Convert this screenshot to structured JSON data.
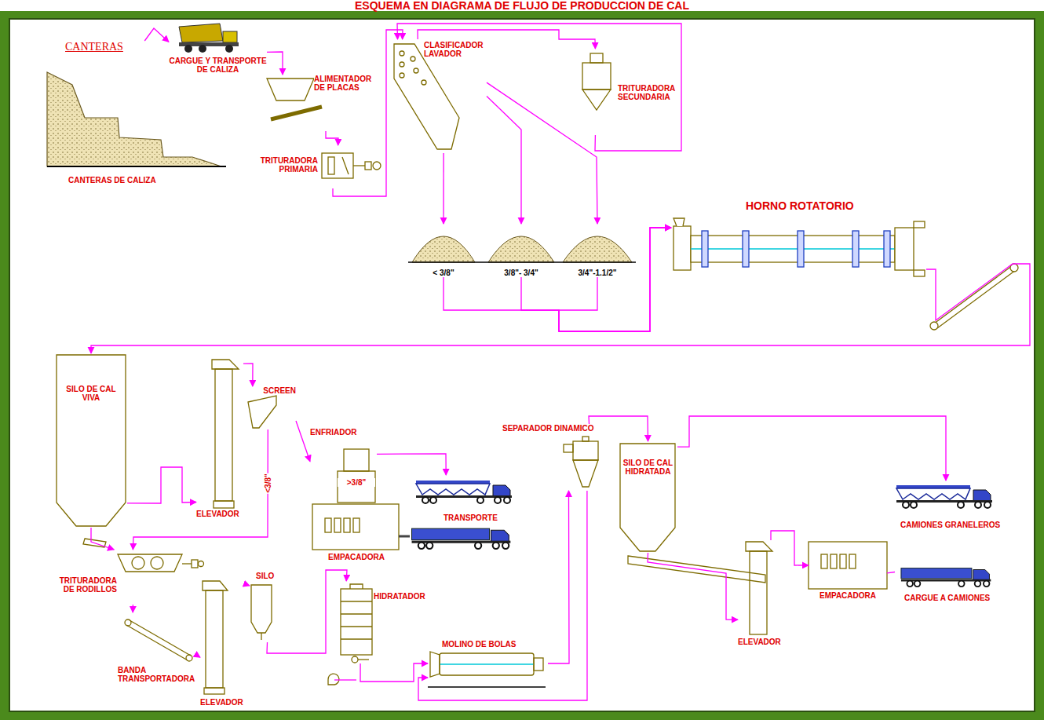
{
  "diagram": {
    "title": "ESQUEMA EN DIAGRAMA DE FLUJO DE PRODUCCION DE CAL",
    "nodes": [
      {
        "text": [
          "CANTERAS",
          "CANTERAS DE CALIZA"
        ]
      },
      {
        "text": [
          "CARGUE Y TRANSPORTE DE CALIZA"
        ]
      },
      {
        "text": [
          "ALIMENTADOR DE PLACAS"
        ]
      },
      {
        "text": [
          "TRITURADORA PRIMARIA"
        ]
      },
      {
        "text": [
          "CLASIFICADOR LAVADOR"
        ]
      },
      {
        "text": [
          "TRITURADORA SECUNDARIA"
        ]
      },
      {
        "text": [
          "< 3/8\""
        ]
      },
      {
        "text": [
          "3/8\"- 3/4\""
        ]
      },
      {
        "text": [
          "3/4\"-1.1/2\""
        ]
      },
      {
        "text": [
          "HORNO ROTATORIO"
        ]
      },
      {
        "text": [
          "SILO DE CAL VIVA"
        ]
      },
      {
        "text": [
          "ELEVADOR"
        ]
      },
      {
        "text": [
          "SCREEN"
        ]
      },
      {
        "text": [
          "ENFRIADOR",
          ">3/8\""
        ]
      },
      {
        "text": [
          "EMPACADORA"
        ]
      },
      {
        "text": [
          "TRANSPORTE"
        ]
      },
      {
        "text": [
          "TRITURADORA DE RODILLOS"
        ]
      },
      {
        "text": [
          "BANDA TRANSPORTADORA"
        ]
      },
      {
        "text": [
          "ELEVADOR"
        ]
      },
      {
        "text": [
          "SILO"
        ]
      },
      {
        "text": [
          "HIDRATADOR"
        ]
      },
      {
        "text": [
          "MOLINO DE BOLAS"
        ]
      },
      {
        "text": [
          "SEPARADOR DINAMICO"
        ]
      },
      {
        "text": [
          "SILO DE CAL HIDRATADA"
        ]
      },
      {
        "text": [
          "CAMIONES GRANELEROS"
        ]
      },
      {
        "text": [
          "ELEVADOR"
        ]
      },
      {
        "text": [
          "EMPACADORA"
        ]
      },
      {
        "text": [
          "CARGUE A CAMIONES"
        ]
      }
    ],
    "edges": [
      {
        "from": 0,
        "to": 1,
        "arrow": "to"
      },
      {
        "from": 1,
        "to": 2,
        "arrow": "to"
      },
      {
        "from": 2,
        "to": 3,
        "arrow": "to"
      },
      {
        "from": 3,
        "to": 4,
        "arrow": "to"
      },
      {
        "from": 4,
        "to": 5,
        "arrow": "to"
      },
      {
        "from": 5,
        "to": 4,
        "arrow": "to"
      },
      {
        "from": 4,
        "to": 6,
        "arrow": "to"
      },
      {
        "from": 4,
        "to": 7,
        "arrow": "to"
      },
      {
        "from": 4,
        "to": 8,
        "arrow": "to"
      },
      {
        "from": 6,
        "to": 9,
        "arrow": "to"
      },
      {
        "from": 7,
        "to": 9,
        "arrow": "to"
      },
      {
        "from": 8,
        "to": 9,
        "arrow": "to"
      },
      {
        "from": 9,
        "to": 10,
        "arrow": "to"
      },
      {
        "from": 10,
        "to": 11,
        "arrow": "to"
      },
      {
        "from": 11,
        "to": 12,
        "arrow": "to"
      },
      {
        "from": 12,
        "to": 13,
        "arrow": "to"
      },
      {
        "from": 12,
        "to": 16,
        "label": "<3/8\"",
        "arrow": "to"
      },
      {
        "from": 13,
        "to": 15,
        "arrow": "to"
      },
      {
        "from": 10,
        "to": 16,
        "arrow": "to"
      },
      {
        "from": 16,
        "to": 17,
        "arrow": "to"
      },
      {
        "from": 17,
        "to": 18,
        "arrow": "to"
      },
      {
        "from": 18,
        "to": 19,
        "arrow": "to"
      },
      {
        "from": 19,
        "to": 20,
        "arrow": "to"
      },
      {
        "from": 20,
        "to": 21,
        "arrow": "to"
      },
      {
        "from": 21,
        "to": 22,
        "arrow": "to"
      },
      {
        "from": 22,
        "to": 23,
        "arrow": "to"
      },
      {
        "from": 22,
        "to": 21,
        "arrow": "to"
      },
      {
        "from": 23,
        "to": 24,
        "arrow": "to"
      },
      {
        "from": 23,
        "to": 25,
        "arrow": "to"
      },
      {
        "from": 25,
        "to": 26,
        "arrow": "to"
      },
      {
        "from": 26,
        "to": 27,
        "arrow": "none"
      }
    ]
  }
}
